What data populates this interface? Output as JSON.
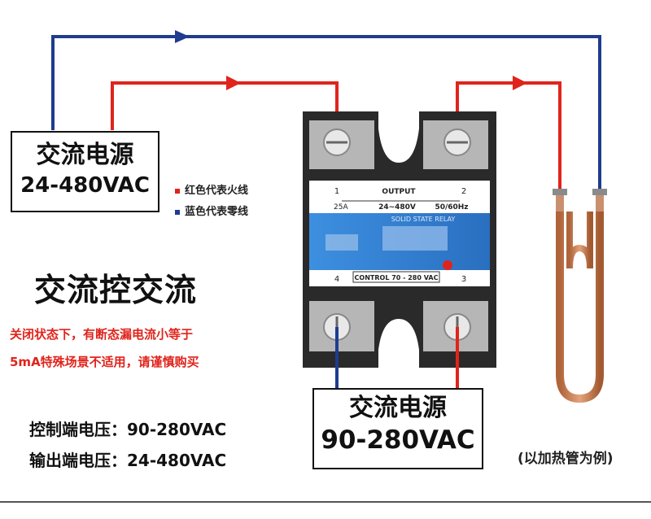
{
  "colors": {
    "live": "#e0241c",
    "neutral": "#1f3c8f",
    "relay_body": "#2a2a2a",
    "label_blue": "#2e7ccf"
  },
  "input_box": {
    "line1": "交流电源",
    "line2": "24-480VAC"
  },
  "legend": [
    {
      "text": "红色代表火线",
      "color": "#e0241c"
    },
    {
      "text": "蓝色代表零线",
      "color": "#1f3c8f"
    }
  ],
  "title": "交流控交流",
  "warnings": [
    "关闭状态下，有断态漏电流小等于",
    "5mA特殊场景不适用，请谨慎购买"
  ],
  "specs": [
    "控制端电压：90-280VAC",
    "输出端电压：24-480VAC"
  ],
  "control_box": {
    "line1": "交流电源",
    "line2": "90-280VAC"
  },
  "note": "(以加热管为例)",
  "relay": {
    "output_label": "OUTPUT",
    "output_voltage": "24~480V",
    "frequency": "50/60Hz",
    "current": "25A",
    "terminal_1": "1",
    "terminal_2": "2",
    "terminal_3": "3",
    "terminal_4": "4",
    "control_label": "CONTROL 70 - 280 VAC",
    "brand_text": "SOLID STATE RELAY"
  }
}
